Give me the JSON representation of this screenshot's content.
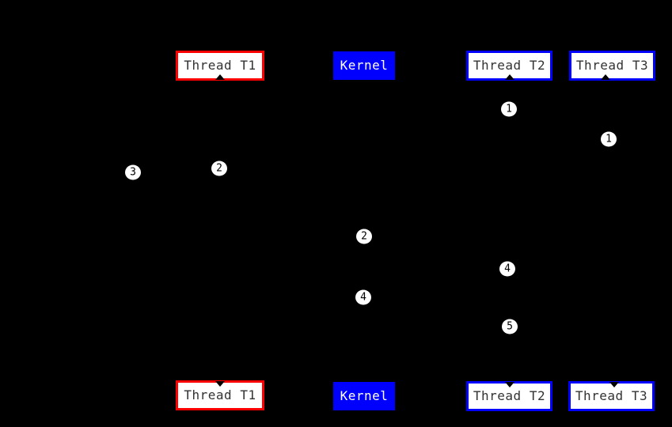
{
  "diagram": {
    "description": "Thread and kernel scheduling diagram with top and bottom node rows and numbered step markers",
    "nodes": [
      {
        "id": "thread-t1-top",
        "label": "Thread T1"
      },
      {
        "id": "kernel-top",
        "label": "Kernel"
      },
      {
        "id": "thread-t2-top",
        "label": "Thread T2"
      },
      {
        "id": "thread-t3-top",
        "label": "Thread T3"
      },
      {
        "id": "thread-t1-bottom",
        "label": "Thread T1"
      },
      {
        "id": "kernel-bottom",
        "label": "Kernel"
      },
      {
        "id": "thread-t2-bottom",
        "label": "Thread T2"
      },
      {
        "id": "thread-t3-bottom",
        "label": "Thread T3"
      }
    ],
    "markers": [
      {
        "label": "1"
      },
      {
        "label": "1"
      },
      {
        "label": "2"
      },
      {
        "label": "3"
      },
      {
        "label": "2"
      },
      {
        "label": "4"
      },
      {
        "label": "4"
      },
      {
        "label": "5"
      }
    ],
    "colors": {
      "background": "#000000",
      "thread_t1_border": "#ff0000",
      "thread_t2_t3_border": "#0000ff",
      "kernel_background": "#0000ff",
      "box_background": "#ffffff",
      "box_text": "#333333",
      "kernel_text": "#ffffff",
      "marker_background": "#ffffff",
      "marker_text": "#000000"
    }
  }
}
